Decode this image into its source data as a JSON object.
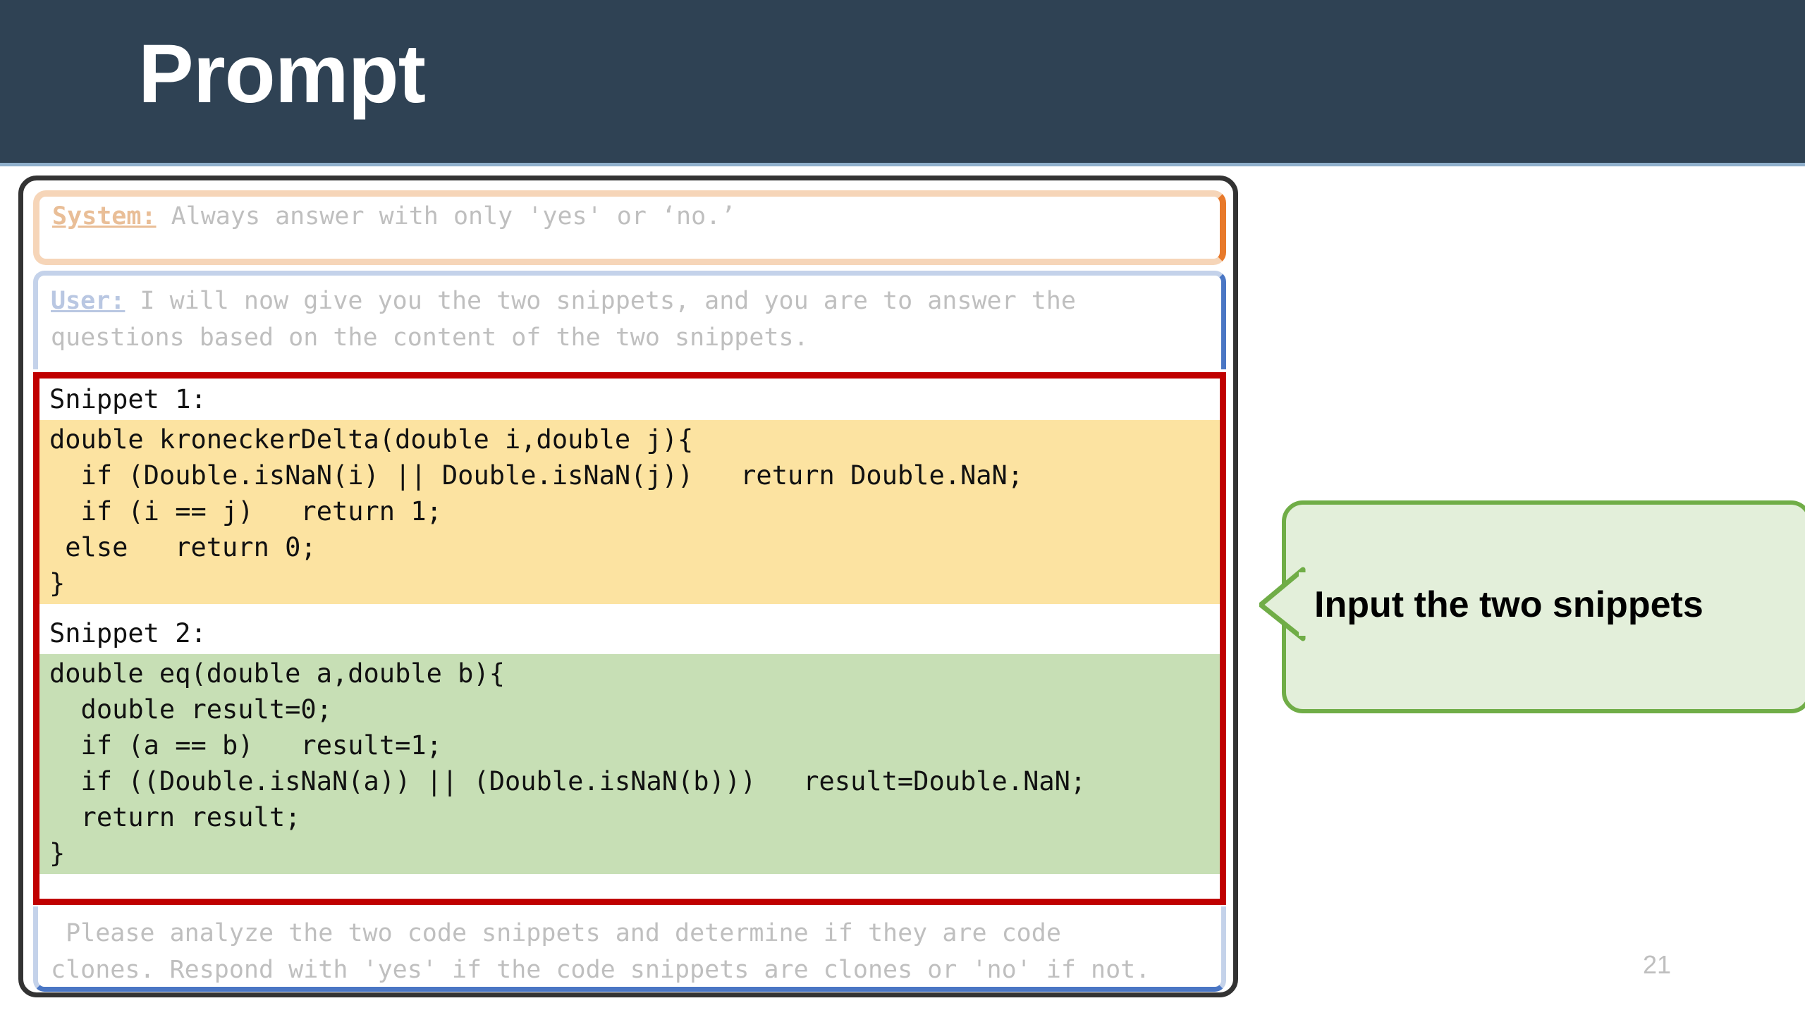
{
  "slide": {
    "title": "Prompt",
    "page_number": "21",
    "header_color": "#2F4254",
    "accent_red": "#C00000",
    "callout_border": "#70AD47",
    "callout_fill": "#E3EFDA"
  },
  "prompt": {
    "system": {
      "role_label": "System:",
      "text": " Always answer with only 'yes' or ‘no.’"
    },
    "user": {
      "role_label": "User:",
      "text": " I will now give you the two snippets, and you are to answer the\nquestions based on the content of the two snippets."
    },
    "snippet1": {
      "label": "Snippet 1:",
      "code": "double kroneckerDelta(double i,double j){\n  if (Double.isNaN(i) || Double.isNaN(j))   return Double.NaN;\n  if (i == j)   return 1;\n else   return 0;\n}"
    },
    "snippet2": {
      "label": "Snippet 2:",
      "code": "double eq(double a,double b){\n  double result=0;\n  if (a == b)   result=1;\n  if ((Double.isNaN(a)) || (Double.isNaN(b)))   result=Double.NaN;\n  return result;\n}"
    },
    "instruction": {
      "text": " Please analyze the two code snippets and determine if they are code\nclones. Respond with 'yes' if the code snippets are clones or 'no' if not."
    }
  },
  "callout": {
    "text": "Input the two snippets"
  }
}
